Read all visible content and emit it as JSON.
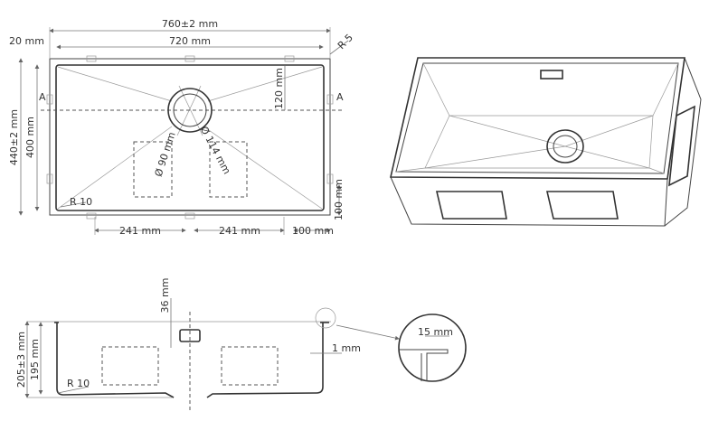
{
  "top_view": {
    "overall_width": "760±2 mm",
    "inner_width": "720 mm",
    "flange": "20 mm",
    "corner_radius_outer": "R 5",
    "overall_depth": "440±2 mm",
    "inner_depth": "400 mm",
    "drain_offset": "120 mm",
    "drain_diameter_inner": "Ø 90 mm",
    "drain_diameter_outer": "Ø 114 mm",
    "corner_radius_inner": "R 10",
    "right_offset_vertical": "100 mm",
    "spacing_left": "241 mm",
    "spacing_right": "241 mm",
    "right_offset_horizontal": "100 mm",
    "section_mark_left": "A",
    "section_mark_right": "A"
  },
  "section_view": {
    "overflow_offset": "36 mm",
    "overall_height": "205±3 mm",
    "inner_height": "195 mm",
    "corner_radius": "R 10",
    "wall_thickness": "1 mm",
    "detail_flange": "15 mm"
  }
}
